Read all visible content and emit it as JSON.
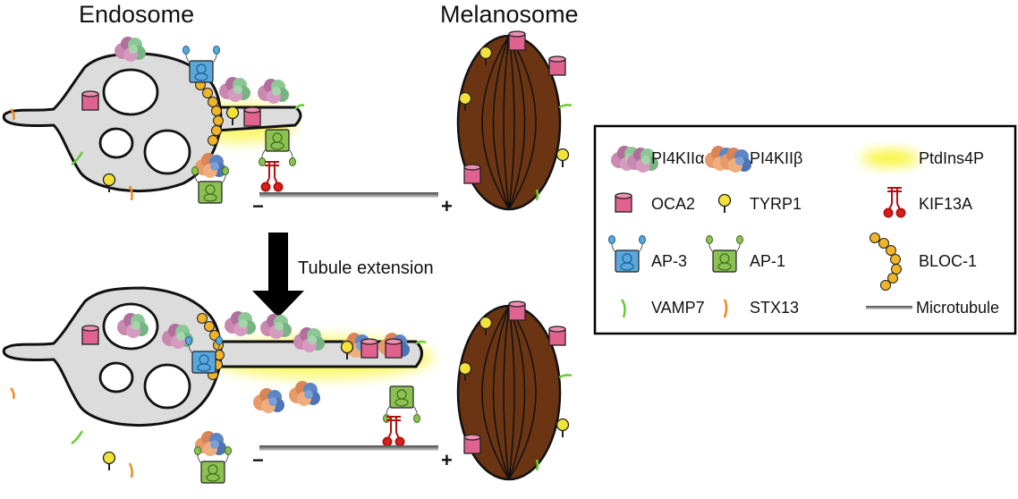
{
  "titles": {
    "endosome": "Endosome",
    "melanosome": "Melanosome"
  },
  "arrow_label": "Tubule extension",
  "polarity": {
    "minus": "−",
    "plus": "+"
  },
  "legend": [
    {
      "label": "PI4KIIα",
      "icon": "pi4k-alpha-icon"
    },
    {
      "label": "PI4KIIβ",
      "icon": "pi4k-beta-icon"
    },
    {
      "label": "PtdIns4P",
      "icon": "ptdins4p-icon"
    },
    {
      "label": "OCA2",
      "icon": "oca2-icon"
    },
    {
      "label": "TYRP1",
      "icon": "tyrp1-icon"
    },
    {
      "label": "KIF13A",
      "icon": "kif13a-icon"
    },
    {
      "label": "AP-3",
      "icon": "ap3-icon"
    },
    {
      "label": "AP-1",
      "icon": "ap1-icon"
    },
    {
      "label": "BLOC-1",
      "icon": "bloc1-icon"
    },
    {
      "label": "VAMP7",
      "icon": "vamp7-icon"
    },
    {
      "label": "STX13",
      "icon": "stx13-icon"
    },
    {
      "label": "Microtubule",
      "icon": "microtubule-icon"
    }
  ],
  "colors": {
    "endosome_fill": "#dcdcdc",
    "melanosome_fill": "#6b3412",
    "ptdins4p": "#f5f200",
    "oca2": "#e0628e",
    "tyrp1": "#f2e23a",
    "kif13a": "#d81e1e",
    "ap3": "#5aa7dd",
    "ap1": "#8cc152",
    "bloc1": "#f0b429",
    "vamp7": "#66cc33",
    "stx13": "#ef8a1e",
    "microtubule": "#888888",
    "pi4k_alpha_a": "#c989b1",
    "pi4k_alpha_b": "#8cc795",
    "pi4k_beta_a": "#e89b6a",
    "pi4k_beta_b": "#5f86c4"
  }
}
